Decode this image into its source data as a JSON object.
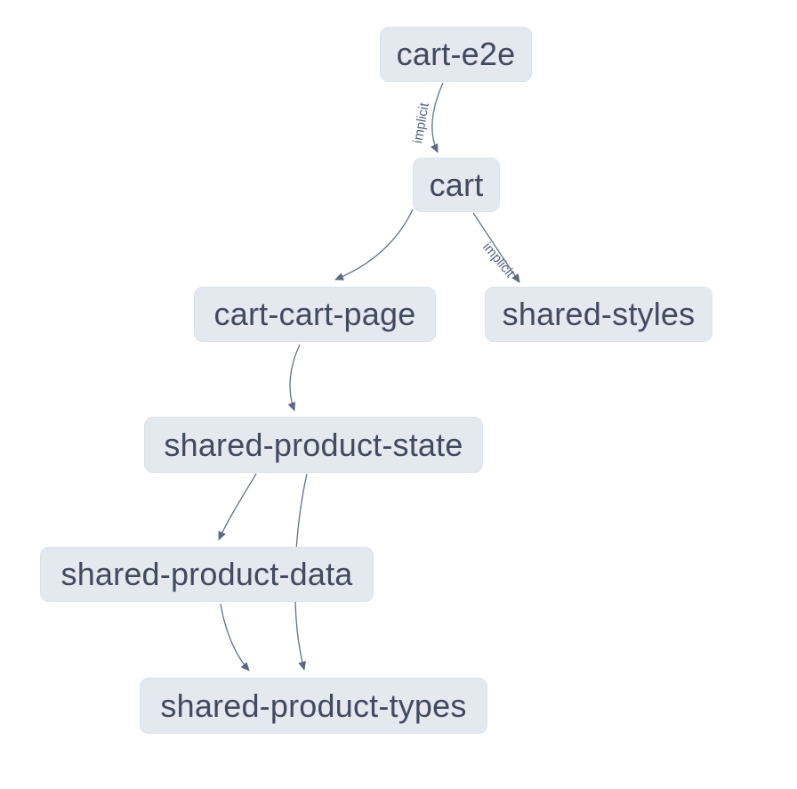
{
  "diagram": {
    "type": "dependency-graph",
    "background_color": "#ffffff",
    "node_fill_color": "#e4e8ef",
    "node_text_color": "#414b5e",
    "edge_color": "#657084",
    "edge_label_color": "#57627a",
    "nodes": [
      {
        "id": "cart-e2e",
        "label": "cart-e2e"
      },
      {
        "id": "cart",
        "label": "cart"
      },
      {
        "id": "cart-cart-page",
        "label": "cart-cart-page"
      },
      {
        "id": "shared-styles",
        "label": "shared-styles"
      },
      {
        "id": "shared-product-state",
        "label": "shared-product-state"
      },
      {
        "id": "shared-product-data",
        "label": "shared-product-data"
      },
      {
        "id": "shared-product-types",
        "label": "shared-product-types"
      }
    ],
    "edges": [
      {
        "from": "cart-e2e",
        "to": "cart",
        "label": "implicit"
      },
      {
        "from": "cart",
        "to": "cart-cart-page",
        "label": ""
      },
      {
        "from": "cart",
        "to": "shared-styles",
        "label": "implicit"
      },
      {
        "from": "cart-cart-page",
        "to": "shared-product-state",
        "label": ""
      },
      {
        "from": "shared-product-state",
        "to": "shared-product-data",
        "label": ""
      },
      {
        "from": "shared-product-state",
        "to": "shared-product-types",
        "label": ""
      },
      {
        "from": "shared-product-data",
        "to": "shared-product-types",
        "label": ""
      }
    ]
  }
}
